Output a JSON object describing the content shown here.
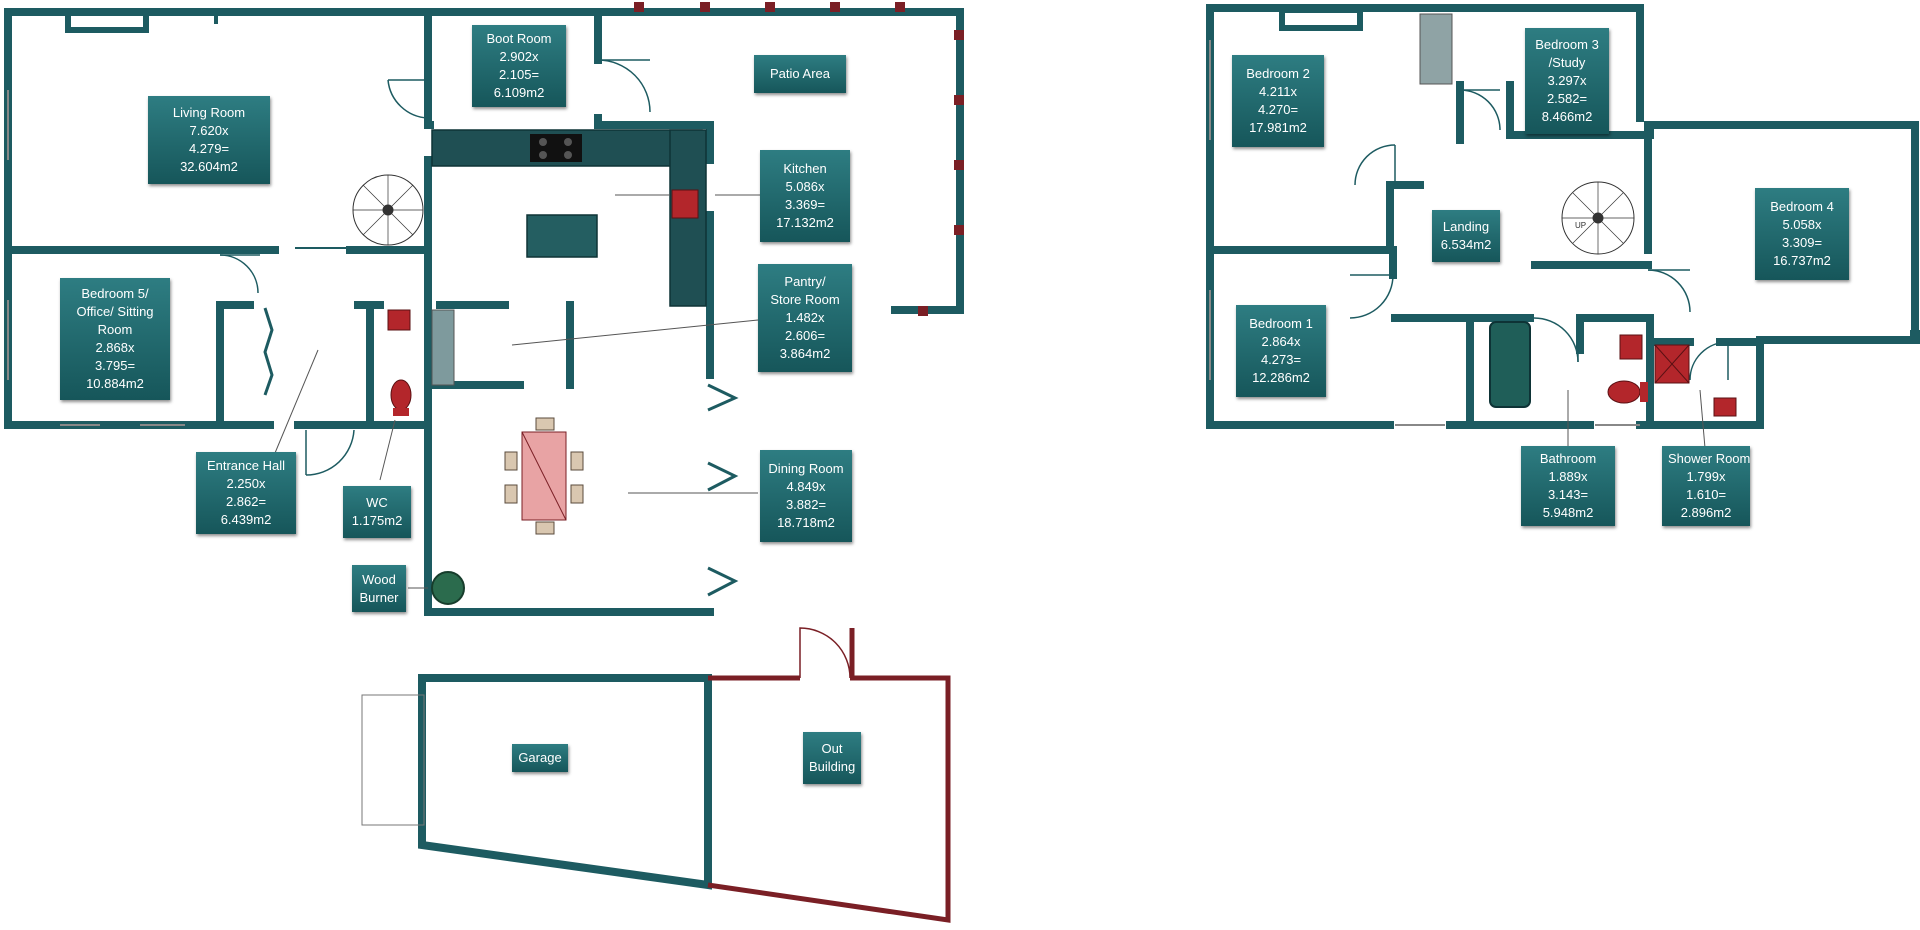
{
  "colors": {
    "wall": "#1d5b61",
    "fixture": "#2a5e5f",
    "sanitary": "#b3262b",
    "outbuilding_wall": "#7a1f25",
    "label_top": "#2e7d82",
    "label_bottom": "#16565a"
  },
  "rooms": {
    "living_room": {
      "lines": [
        "Living Room",
        "7.620x",
        "4.279=",
        "32.604m2"
      ]
    },
    "boot_room": {
      "lines": [
        "Boot Room",
        "2.902x",
        "2.105=",
        "6.109m2"
      ]
    },
    "patio_area": {
      "lines": [
        "Patio Area"
      ]
    },
    "kitchen": {
      "lines": [
        "Kitchen",
        "5.086x",
        "3.369=",
        "17.132m2"
      ]
    },
    "pantry": {
      "lines": [
        "Pantry/",
        "Store Room",
        "1.482x",
        "2.606=",
        "3.864m2"
      ]
    },
    "bedroom_5": {
      "lines": [
        "Bedroom 5/",
        "Office/ Sitting",
        "Room",
        "2.868x",
        "3.795=",
        "10.884m2"
      ]
    },
    "entrance_hall": {
      "lines": [
        "Entrance Hall",
        "2.250x",
        "2.862=",
        "6.439m2"
      ]
    },
    "wc": {
      "lines": [
        "WC",
        "1.175m2"
      ]
    },
    "dining_room": {
      "lines": [
        "Dining Room",
        "4.849x",
        "3.882=",
        "18.718m2"
      ]
    },
    "wood_burner": {
      "lines": [
        "Wood",
        "Burner"
      ]
    },
    "garage": {
      "lines": [
        "Garage"
      ]
    },
    "out_building": {
      "lines": [
        "Out",
        "Building"
      ]
    },
    "bedroom_2": {
      "lines": [
        "Bedroom 2",
        "4.211x",
        "4.270=",
        "17.981m2"
      ]
    },
    "bedroom_3": {
      "lines": [
        "Bedroom 3",
        "/Study",
        "3.297x",
        "2.582=",
        "8.466m2"
      ]
    },
    "landing": {
      "lines": [
        "Landing",
        "6.534m2"
      ]
    },
    "bedroom_4": {
      "lines": [
        "Bedroom 4",
        "5.058x",
        "3.309=",
        "16.737m2"
      ]
    },
    "bedroom_1": {
      "lines": [
        "Bedroom 1",
        "2.864x",
        "4.273=",
        "12.286m2"
      ]
    },
    "bathroom": {
      "lines": [
        "Bathroom",
        "1.889x",
        "3.143=",
        "5.948m2"
      ]
    },
    "shower_room": {
      "lines": [
        "Shower Room",
        "1.799x",
        "1.610=",
        "2.896m2"
      ]
    }
  },
  "stairs": {
    "upper_label": "UP"
  }
}
